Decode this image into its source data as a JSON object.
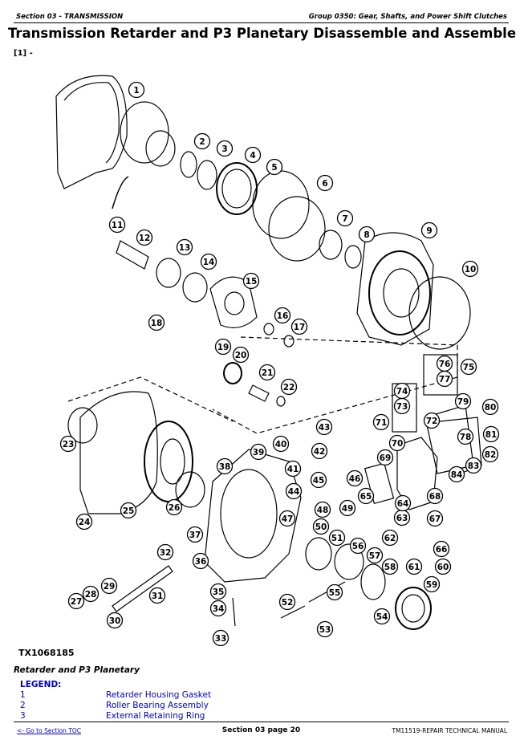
{
  "header": {
    "section": "Section 03 - TRANSMISSION",
    "group": "Group 0350: Gear, Shafts, and Power Shift Clutches"
  },
  "title": "Transmission Retarder and P3 Planetary Disassemble and Assemble",
  "figure_ref": "[1] -",
  "figure_id": "TX1068185",
  "caption": "Retarder and P3 Planetary",
  "legend": {
    "heading": "LEGEND:",
    "items": [
      {
        "num": "1",
        "label": "Retarder Housing Gasket"
      },
      {
        "num": "2",
        "label": "Roller Bearing Assembly"
      },
      {
        "num": "3",
        "label": "External Retaining Ring"
      }
    ]
  },
  "callouts": [
    "1",
    "2",
    "3",
    "4",
    "5",
    "6",
    "7",
    "8",
    "9",
    "10",
    "11",
    "12",
    "13",
    "14",
    "15",
    "16",
    "17",
    "18",
    "19",
    "20",
    "21",
    "22",
    "23",
    "24",
    "25",
    "26",
    "27",
    "28",
    "29",
    "30",
    "31",
    "32",
    "33",
    "34",
    "35",
    "36",
    "37",
    "38",
    "39",
    "40",
    "41",
    "42",
    "43",
    "44",
    "45",
    "46",
    "47",
    "48",
    "49",
    "50",
    "51",
    "52",
    "53",
    "54",
    "55",
    "56",
    "57",
    "58",
    "59",
    "60",
    "61",
    "62",
    "63",
    "64",
    "65",
    "66",
    "67",
    "68",
    "69",
    "70",
    "71",
    "72",
    "73",
    "74",
    "75",
    "76",
    "77",
    "78",
    "79",
    "80",
    "81",
    "82",
    "83",
    "84"
  ],
  "footer": {
    "toc_link": "<- Go to Section TOC",
    "page": "Section 03 page 20",
    "manual": "TM11519-REPAIR TECHNICAL MANUAL"
  }
}
